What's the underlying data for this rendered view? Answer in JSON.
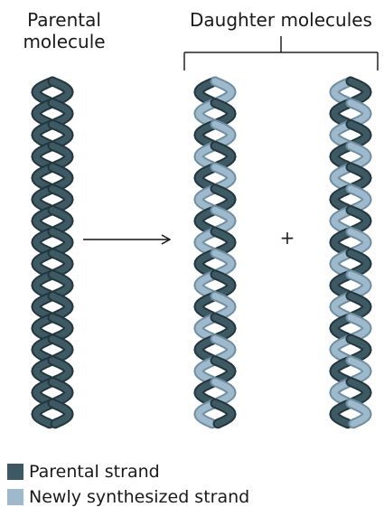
{
  "labels": {
    "parental_line1": "Parental",
    "parental_line2": "molecule",
    "daughter": "Daughter molecules",
    "plus": "+"
  },
  "colors": {
    "parental": "#3d5a64",
    "new": "#9eb9cb",
    "parental_edge": "#24363d",
    "new_edge": "#6f8ea2"
  },
  "legend": [
    {
      "label": "Parental strand",
      "color_key": "parental"
    },
    {
      "label": "Newly synthesized strand",
      "color_key": "new"
    }
  ],
  "molecules": [
    {
      "name": "parental-molecule",
      "strand_a": "parental",
      "strand_b": "parental"
    },
    {
      "name": "daughter-molecule-1",
      "strand_a": "new",
      "strand_b": "parental"
    },
    {
      "name": "daughter-molecule-2",
      "strand_a": "parental",
      "strand_b": "new"
    }
  ]
}
